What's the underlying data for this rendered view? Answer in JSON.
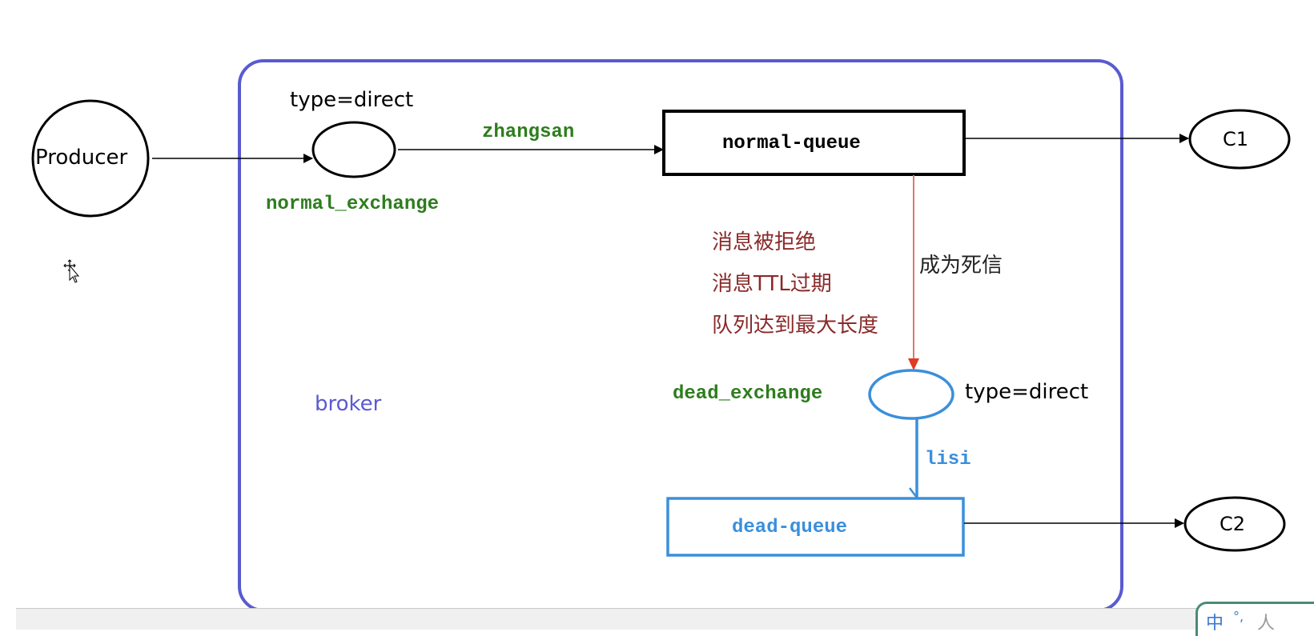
{
  "diagram": {
    "title": "RabbitMQ dead-letter queue architecture",
    "producer": {
      "label": "Producer"
    },
    "broker": {
      "label": "broker",
      "color": "#5a5ad0"
    },
    "normal_exchange": {
      "name": "normal_exchange",
      "type_label": "type=direct"
    },
    "normal_routing_key": "zhangsan",
    "normal_queue": {
      "name": "normal-queue"
    },
    "consumers": {
      "c1": "C1",
      "c2": "C2"
    },
    "dead_letter_reasons": [
      "消息被拒绝",
      "消息TTL过期",
      "队列达到最大长度"
    ],
    "dead_letter_edge_label": "成为死信",
    "dead_exchange": {
      "name": "dead_exchange",
      "type_label": "type=direct"
    },
    "dead_routing_key": "lisi",
    "dead_queue": {
      "name": "dead-queue"
    },
    "colors": {
      "green_label": "#2e7d1e",
      "blue_dead": "#3a8fdc",
      "red_line": "#e07a6a",
      "red_arrow": "#e03a22",
      "reason_text": "#8a2a2a",
      "black": "#000000"
    }
  },
  "taskbar": {
    "ime_items": [
      "中",
      "°,",
      "人"
    ]
  }
}
